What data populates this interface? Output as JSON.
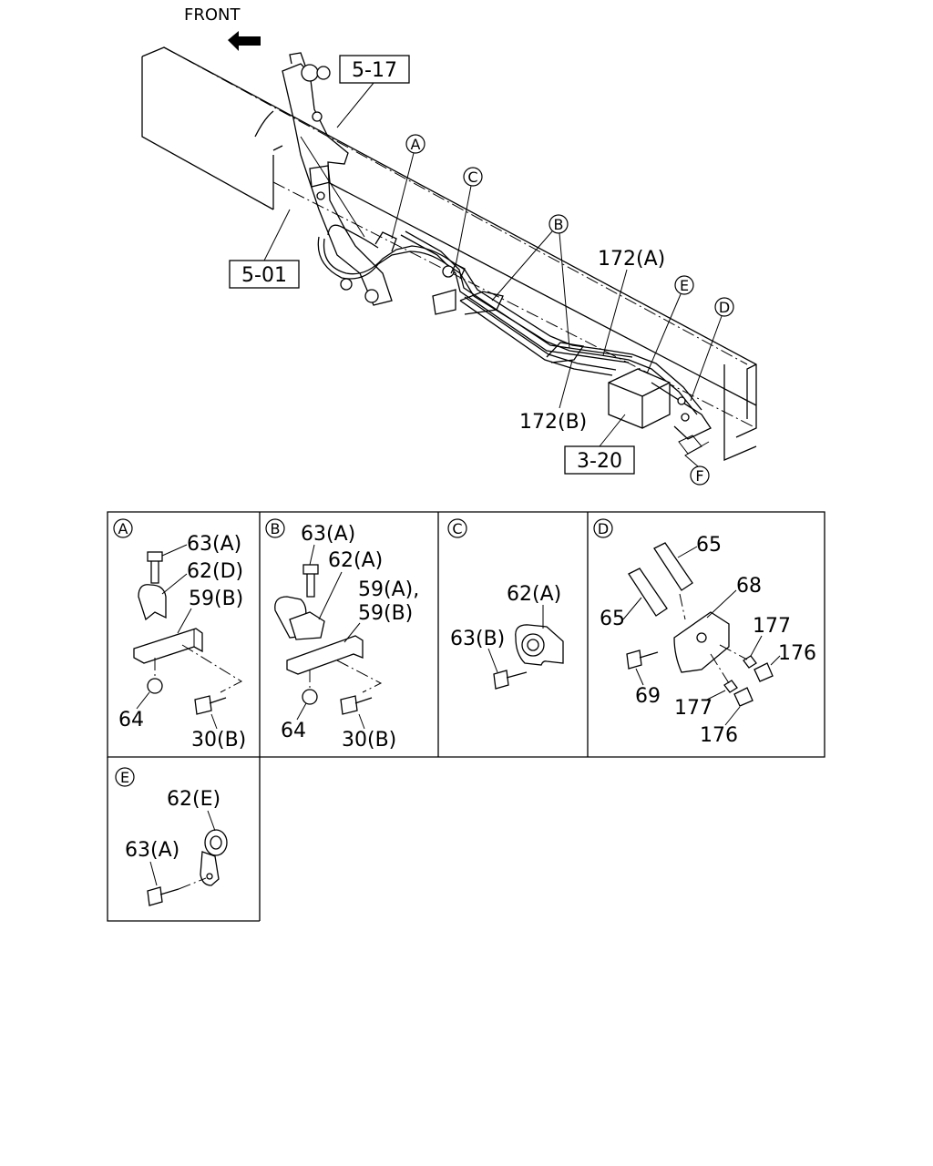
{
  "front_label": "FRONT",
  "refs": {
    "r517": "5-17",
    "r501": "5-01",
    "r320": "3-20"
  },
  "callouts": {
    "A": "A",
    "B": "B",
    "C": "C",
    "D": "D",
    "E": "E",
    "F": "F"
  },
  "main_labels": {
    "p172a": "172(A)",
    "p172b": "172(B)"
  },
  "panel_A": {
    "p63a": "63(A)",
    "p62d": "62(D)",
    "p59b": "59(B)",
    "p64": "64",
    "p30b": "30(B)"
  },
  "panel_B": {
    "p63a": "63(A)",
    "p62a": "62(A)",
    "p59a": "59(A),",
    "p59b": "59(B)",
    "p64": "64",
    "p30b": "30(B)"
  },
  "panel_C": {
    "p62a": "62(A)",
    "p63b": "63(B)"
  },
  "panel_D": {
    "p65a": "65",
    "p65b": "65",
    "p68": "68",
    "p177a": "177",
    "p176a": "176",
    "p69": "69",
    "p177b": "177",
    "p176b": "176"
  },
  "panel_E": {
    "p62e": "62(E)",
    "p63a": "63(A)"
  }
}
